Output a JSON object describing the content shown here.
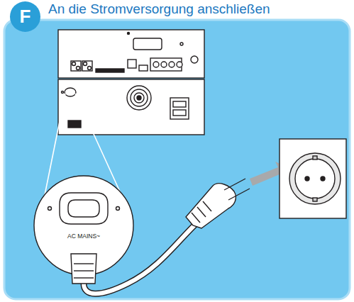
{
  "diagram": {
    "title": "An die Stromversorgung anschließen",
    "nodes": [
      {
        "text": [
          "F"
        ]
      }
    ],
    "labels": [
      "AC MAINS~"
    ]
  }
}
